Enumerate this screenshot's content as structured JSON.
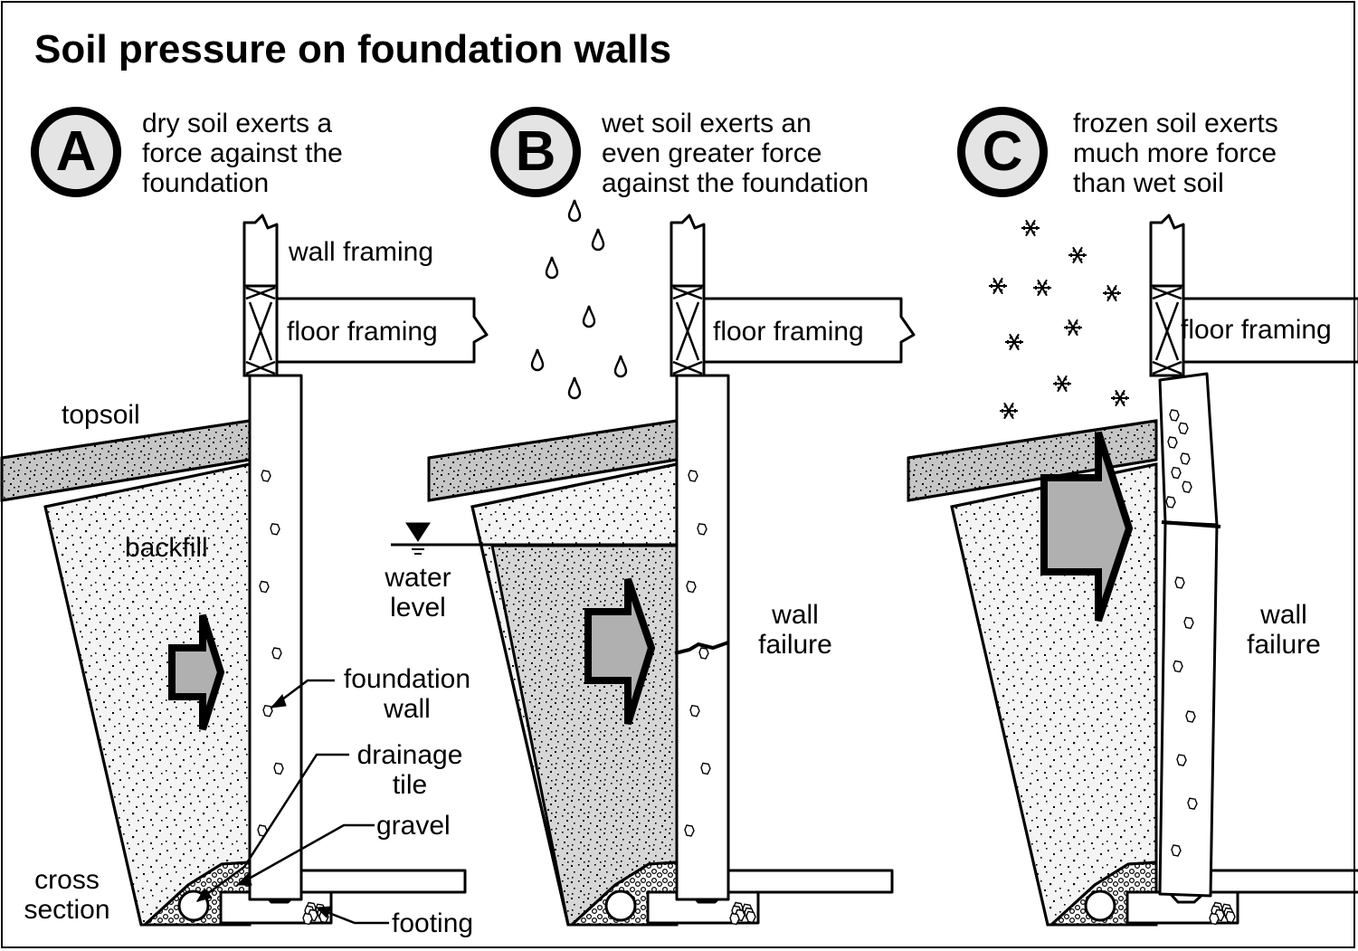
{
  "title": "Soil pressure on foundation walls",
  "panels": [
    {
      "letter": "A",
      "description": [
        "dry soil exerts a",
        "force against the",
        "foundation"
      ],
      "labels": {
        "wall_framing": "wall framing",
        "floor_framing": "floor framing",
        "topsoil": "topsoil",
        "backfill": "backfill",
        "foundation_wall": [
          "foundation",
          "wall"
        ],
        "drainage_tile": [
          "drainage",
          "tile"
        ],
        "gravel": "gravel",
        "cross_section": [
          "cross",
          "section"
        ],
        "footing": "footing"
      }
    },
    {
      "letter": "B",
      "description": [
        "wet soil exerts an",
        "even greater force",
        "against the foundation"
      ],
      "labels": {
        "floor_framing": "floor framing",
        "water_level": [
          "water",
          "level"
        ],
        "wall_failure": [
          "wall",
          "failure"
        ]
      }
    },
    {
      "letter": "C",
      "description": [
        "frozen soil exerts",
        "much more force",
        "than wet soil"
      ],
      "labels": {
        "floor_framing": "floor framing",
        "wall_failure": [
          "wall",
          "failure"
        ]
      }
    }
  ],
  "colors": {
    "ink": "#000000",
    "soil_fill": "#f4f4f4",
    "wet_soil_fill": "#d6d6d6",
    "topsoil_fill": "#c6c6c6",
    "arrow_fill": "#b0b0b0",
    "badge_fill": "#e4e4e4"
  },
  "icons": [
    "raindrop-icon",
    "snowflake-icon",
    "water-level-triangle-icon",
    "pressure-arrow-icon"
  ]
}
